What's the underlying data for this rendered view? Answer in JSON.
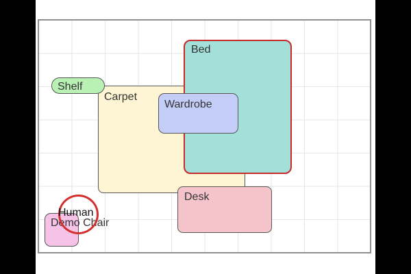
{
  "floorplan": {
    "objects": {
      "carpet": {
        "label": "Carpet",
        "fill": "#fdf5d3"
      },
      "bed": {
        "label": "Bed",
        "fill": "#a2e0d9",
        "selected": true
      },
      "wardrobe": {
        "label": "Wardrobe",
        "fill": "#c4cdf7"
      },
      "shelf": {
        "label": "Shelf",
        "fill": "#b9f0b4"
      },
      "desk": {
        "label": "Desk",
        "fill": "#f5c4cb"
      },
      "chair": {
        "label": "Demo Chair",
        "fill": "#f6c2e6"
      },
      "human": {
        "label": "Human",
        "stroke": "#d32f2f"
      }
    },
    "selection_color": "#c62828"
  }
}
